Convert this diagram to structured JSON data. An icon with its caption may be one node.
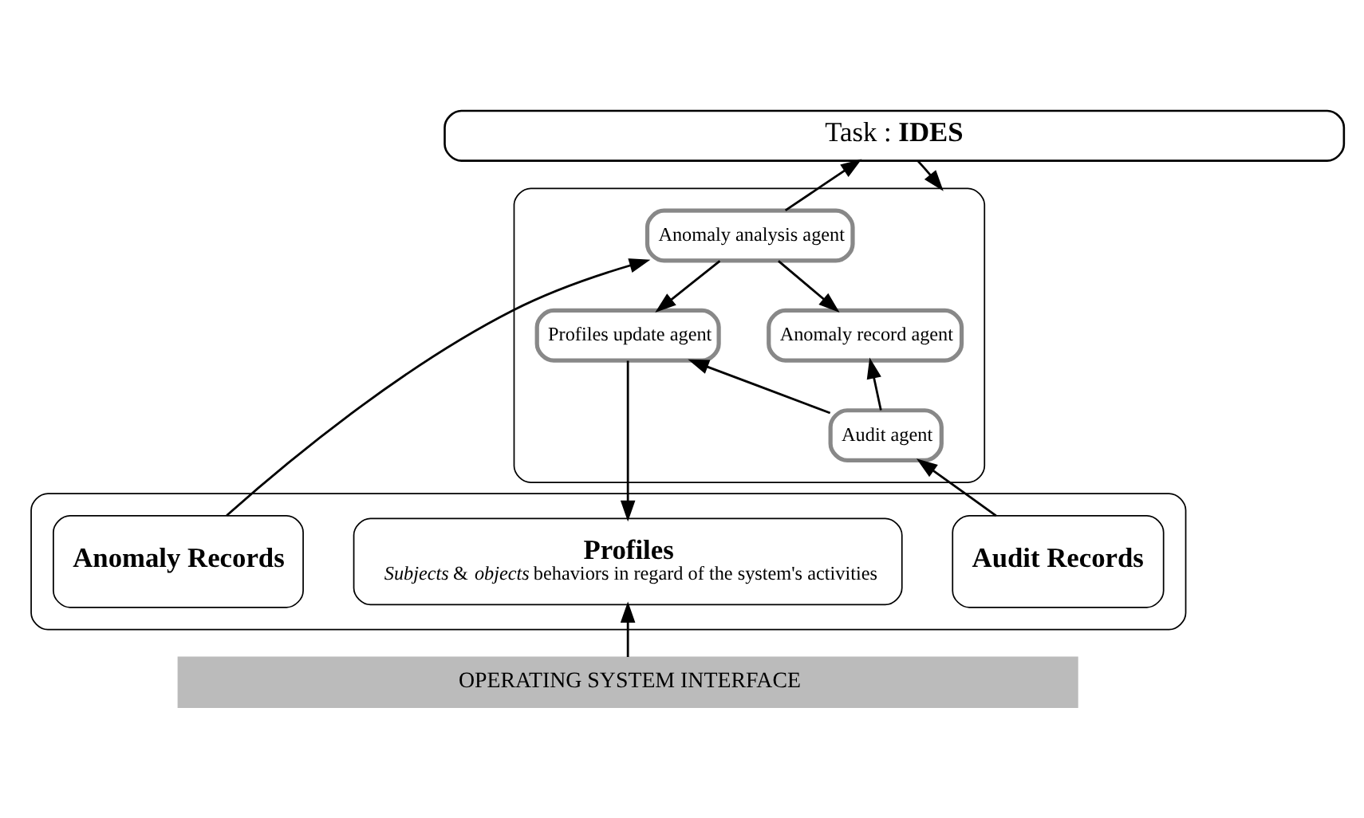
{
  "diagram": {
    "nodes": [
      {
        "text": [
          "Task : **IDES**"
        ]
      },
      {
        "text": [],
        "shape": "box"
      },
      {
        "text": [
          "Anomaly analysis agent"
        ],
        "in": 1
      },
      {
        "text": [
          "Anomaly record agent"
        ],
        "in": 1
      },
      {
        "text": [
          "Profiles update agent"
        ],
        "in": 1
      },
      {
        "text": [
          "Audit agent"
        ],
        "in": 1
      },
      {
        "text": [],
        "shape": "box"
      },
      {
        "text": [
          "Anomaly Records"
        ],
        "in": 6
      },
      {
        "text": [
          "Audit Records"
        ],
        "in": 6
      },
      {
        "text": [
          "Profiles",
          "*Subjects* & *objects* behaviors in regard of the system's activities"
        ],
        "in": 6
      },
      {
        "text": [
          "OPERATING SYSTEM INTERFACE"
        ]
      }
    ],
    "edges": [
      {
        "from": 0,
        "to": 1,
        "arrow": "to"
      },
      {
        "from": 2,
        "to": 0,
        "arrow": "to"
      },
      {
        "from": 2,
        "to": 3,
        "arrow": "to"
      },
      {
        "from": 2,
        "to": 4,
        "arrow": "to"
      },
      {
        "from": 7,
        "to": 2,
        "arrow": "to"
      },
      {
        "from": 5,
        "to": 3,
        "arrow": "to"
      },
      {
        "from": 5,
        "to": 4,
        "arrow": "to"
      },
      {
        "from": 8,
        "to": 5,
        "arrow": "to"
      },
      {
        "from": 4,
        "to": 9,
        "arrow": "to"
      },
      {
        "from": 10,
        "to": 9,
        "arrow": "to"
      }
    ]
  }
}
